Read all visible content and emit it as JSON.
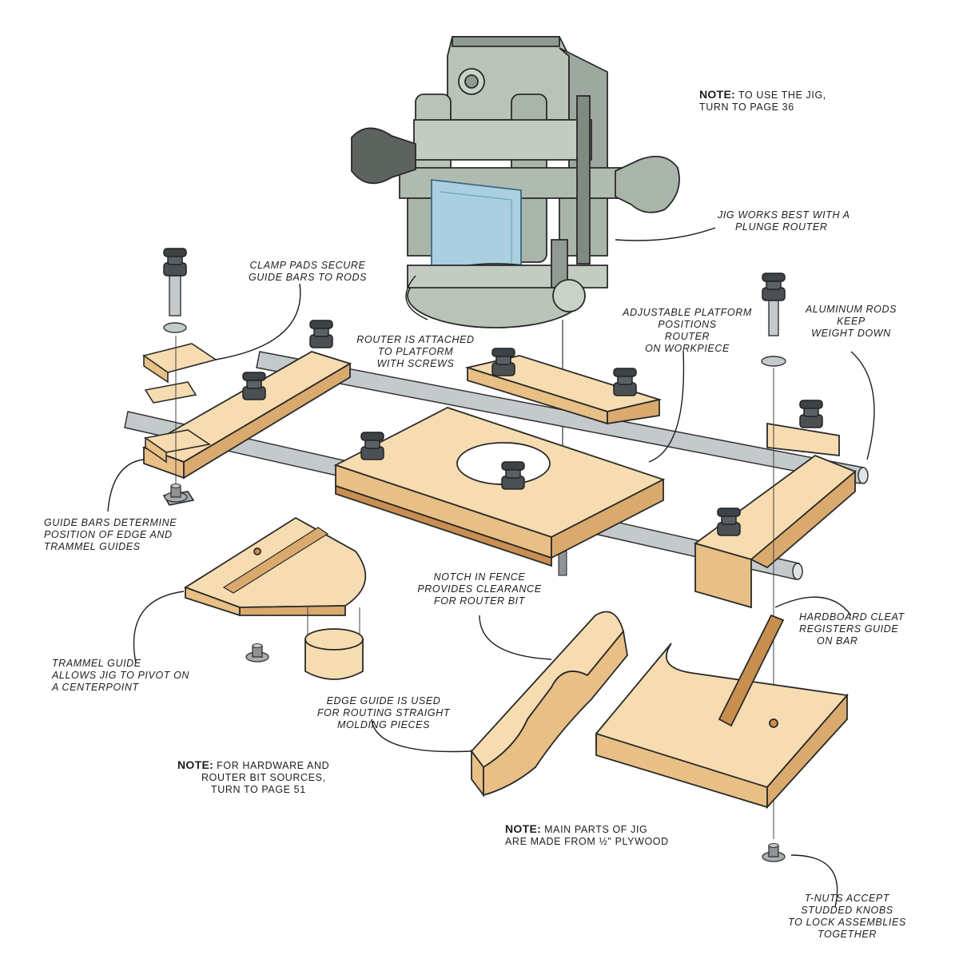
{
  "callouts": {
    "note_jig_use": {
      "label": "NOTE:",
      "lines": [
        "TO USE THE JIG,",
        "TURN TO PAGE 36"
      ]
    },
    "plunge_router": [
      "JIG WORKS BEST WITH A",
      "PLUNGE ROUTER"
    ],
    "clamp_pads": [
      "CLAMP PADS SECURE",
      "GUIDE BARS TO RODS"
    ],
    "router_attached": [
      "ROUTER IS ATTACHED",
      "TO PLATFORM",
      "WITH SCREWS"
    ],
    "adjustable_platform": [
      "ADJUSTABLE PLATFORM",
      "POSITIONS",
      "ROUTER",
      "ON WORKPIECE"
    ],
    "aluminum_rods": [
      "ALUMINUM RODS",
      "KEEP",
      "WEIGHT DOWN"
    ],
    "guide_bars": [
      "GUIDE BARS DETERMINE",
      "POSITION OF EDGE AND",
      "TRAMMEL GUIDES"
    ],
    "notch_fence": [
      "NOTCH IN FENCE",
      "PROVIDES CLEARANCE",
      "FOR ROUTER BIT"
    ],
    "hardboard_cleat": [
      "HARDBOARD CLEAT",
      "REGISTERS GUIDE",
      "ON BAR"
    ],
    "trammel_guide": [
      "TRAMMEL GUIDE",
      "ALLOWS JIG TO PIVOT ON",
      "A CENTERPOINT"
    ],
    "edge_guide": [
      "EDGE GUIDE IS USED",
      "FOR ROUTING STRAIGHT",
      "MOLDING PIECES"
    ],
    "note_hardware": {
      "label": "NOTE:",
      "lines": [
        "FOR HARDWARE AND",
        "ROUTER BIT SOURCES,",
        "TURN TO PAGE 51"
      ]
    },
    "note_plywood": {
      "label": "NOTE:",
      "lines": [
        "MAIN PARTS OF JIG",
        "ARE MADE FROM ½\" PLYWOOD"
      ]
    },
    "t_nuts": [
      "T-NUTS ACCEPT",
      "STUDDED KNOBS",
      "TO LOCK ASSEMBLIES",
      "TOGETHER"
    ]
  },
  "colors": {
    "wood_top": "#f6dcb0",
    "wood_side": "#e8bf84",
    "wood_edge": "#c98f4e",
    "router_body": "#b9c3b8",
    "router_dark": "#7f8b80",
    "router_window": "#a9cfe0",
    "rod": "#c4c9cc",
    "knob": "#4a5054",
    "ink": "#2a2a2a"
  },
  "icons": [
    "router-icon",
    "knob-icon",
    "rod-icon",
    "t-nut-icon",
    "screw-icon"
  ]
}
